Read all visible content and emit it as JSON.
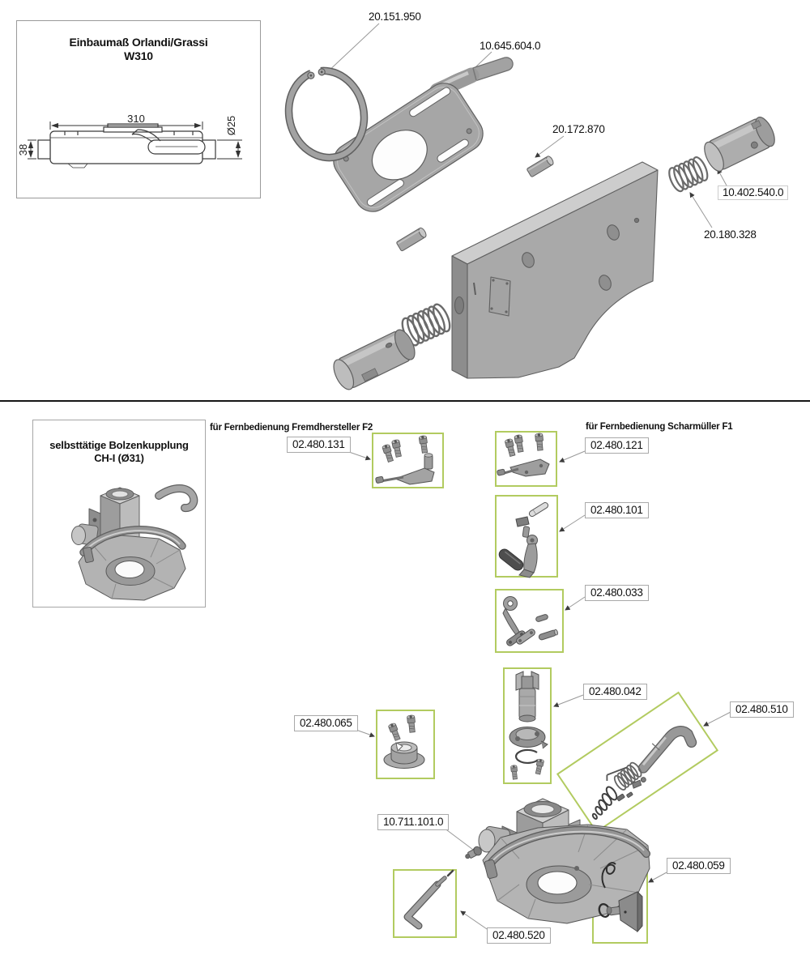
{
  "colors": {
    "highlight_box_border": "#b2cb60",
    "label_box_border": "#a9a9a9",
    "leader_line": "#999999",
    "divider": "#161616"
  },
  "top_section": {
    "dimension_box": {
      "title1": "Einbaumaß Orlandi/Grassi",
      "title2": "W310",
      "width_dim": "310",
      "diameter_dim": "Ø25",
      "height_dim": "38"
    },
    "part_labels": [
      {
        "number": "20.151.950"
      },
      {
        "number": "10.645.604.0"
      },
      {
        "number": "20.172.870"
      },
      {
        "number": "10.402.540.0"
      },
      {
        "number": "20.180.328"
      }
    ]
  },
  "bottom_section": {
    "product_box": {
      "title1": "selbsttätige Bolzenkupplung",
      "title2": "CH-I (Ø31)"
    },
    "headings": {
      "f2": "für Fernbedienung Fremdhersteller F2",
      "f1": "für Fernbedienung Scharmüller F1"
    },
    "part_labels": [
      {
        "number": "02.480.131"
      },
      {
        "number": "02.480.121"
      },
      {
        "number": "02.480.101"
      },
      {
        "number": "02.480.033"
      },
      {
        "number": "02.480.042"
      },
      {
        "number": "02.480.065"
      },
      {
        "number": "02.480.510"
      },
      {
        "number": "10.711.101.0"
      },
      {
        "number": "02.480.520"
      },
      {
        "number": "02.480.059"
      }
    ]
  }
}
